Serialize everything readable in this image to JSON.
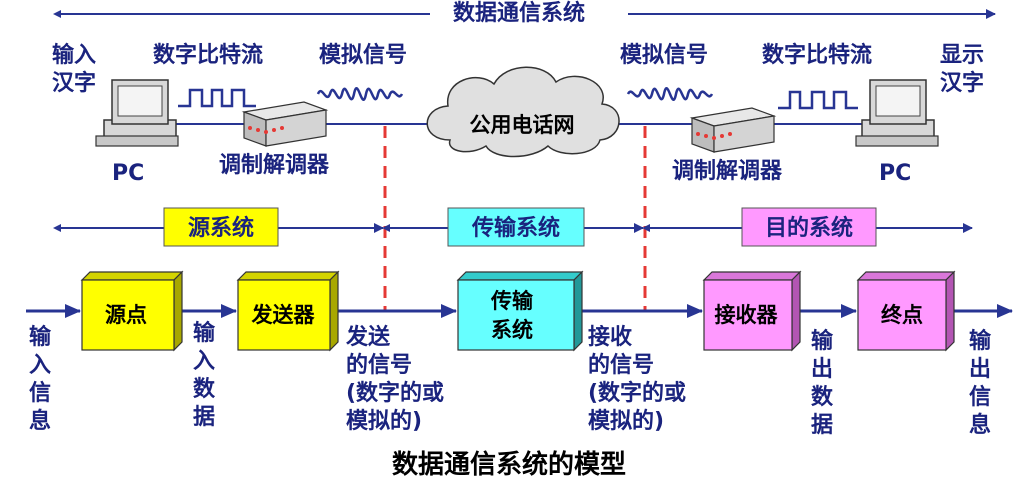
{
  "header": {
    "title": "数据通信系统"
  },
  "top": {
    "input_label_1": "输入",
    "input_label_2": "汉字",
    "output_label_1": "显示",
    "output_label_2": "汉字",
    "bitstream_left": "数字比特流",
    "bitstream_right": "数字比特流",
    "analog_left": "模拟信号",
    "analog_right": "模拟信号",
    "pc_left": "PC",
    "pc_right": "PC",
    "modem_left": "调制解调器",
    "modem_right": "调制解调器",
    "network": "公用电话网"
  },
  "systems": {
    "source": "源系统",
    "transmission": "传输系统",
    "destination": "目的系统"
  },
  "blocks": {
    "source_point": "源点",
    "transmitter": "发送器",
    "transmission_1": "传输",
    "transmission_2": "系统",
    "receiver": "接收器",
    "sink": "终点"
  },
  "labels": {
    "input_info": [
      "输",
      "入",
      "信",
      "息"
    ],
    "input_data": [
      "输",
      "入",
      "数",
      "据"
    ],
    "sent_signal": [
      "发送",
      "的信号",
      "(数字的或",
      "模拟的)"
    ],
    "received_signal": [
      "接收",
      "的信号",
      "(数字的或",
      "模拟的)"
    ],
    "output_data": [
      "输",
      "出",
      "数",
      "据"
    ],
    "output_info": [
      "输",
      "出",
      "信",
      "息"
    ]
  },
  "caption": "数据通信系统的模型",
  "colors": {
    "line": "#283593",
    "yellow": "#ffff00",
    "cyan": "#66ffff",
    "pink": "#ff99ff",
    "red_dash": "#e53935",
    "text_blue": "#1a237e"
  }
}
